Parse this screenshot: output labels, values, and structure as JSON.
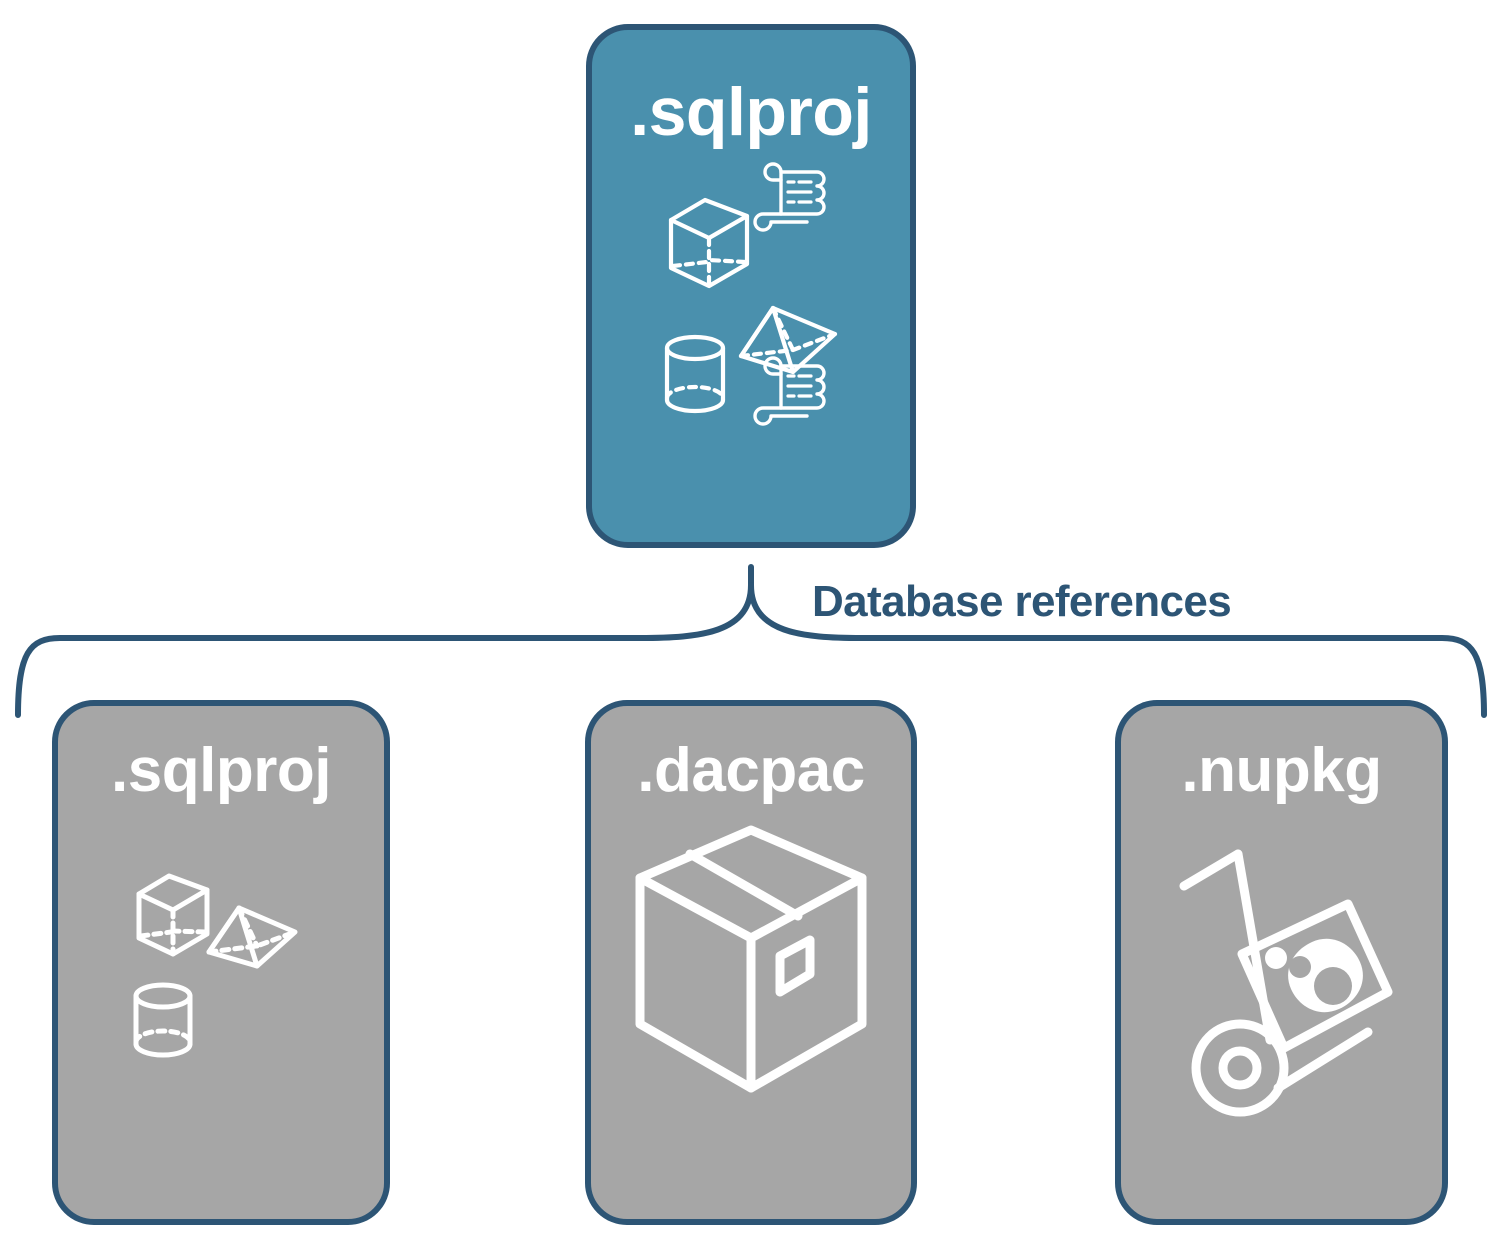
{
  "diagram": {
    "title_text": "Database references",
    "colors": {
      "primary_fill": "#4a90ad",
      "secondary_fill": "#a6a6a6",
      "outline": "#2d5575",
      "label_text": "#2d5575",
      "card_text": "#ffffff",
      "background": "#ffffff"
    },
    "top_node": {
      "label": ".sqlproj",
      "icons": [
        "wireframe-cube-icon",
        "wireframe-pyramid-icon",
        "wireframe-cylinder-icon",
        "script-scroll-icon",
        "script-scroll-icon"
      ]
    },
    "connector": {
      "type": "curly-brace",
      "label": "Database references"
    },
    "child_nodes": [
      {
        "label": ".sqlproj",
        "icons": [
          "wireframe-cube-icon",
          "wireframe-pyramid-icon",
          "wireframe-cylinder-icon"
        ]
      },
      {
        "label": ".dacpac",
        "icons": [
          "shipping-box-icon"
        ]
      },
      {
        "label": ".nupkg",
        "icons": [
          "hand-truck-package-icon"
        ]
      }
    ]
  }
}
